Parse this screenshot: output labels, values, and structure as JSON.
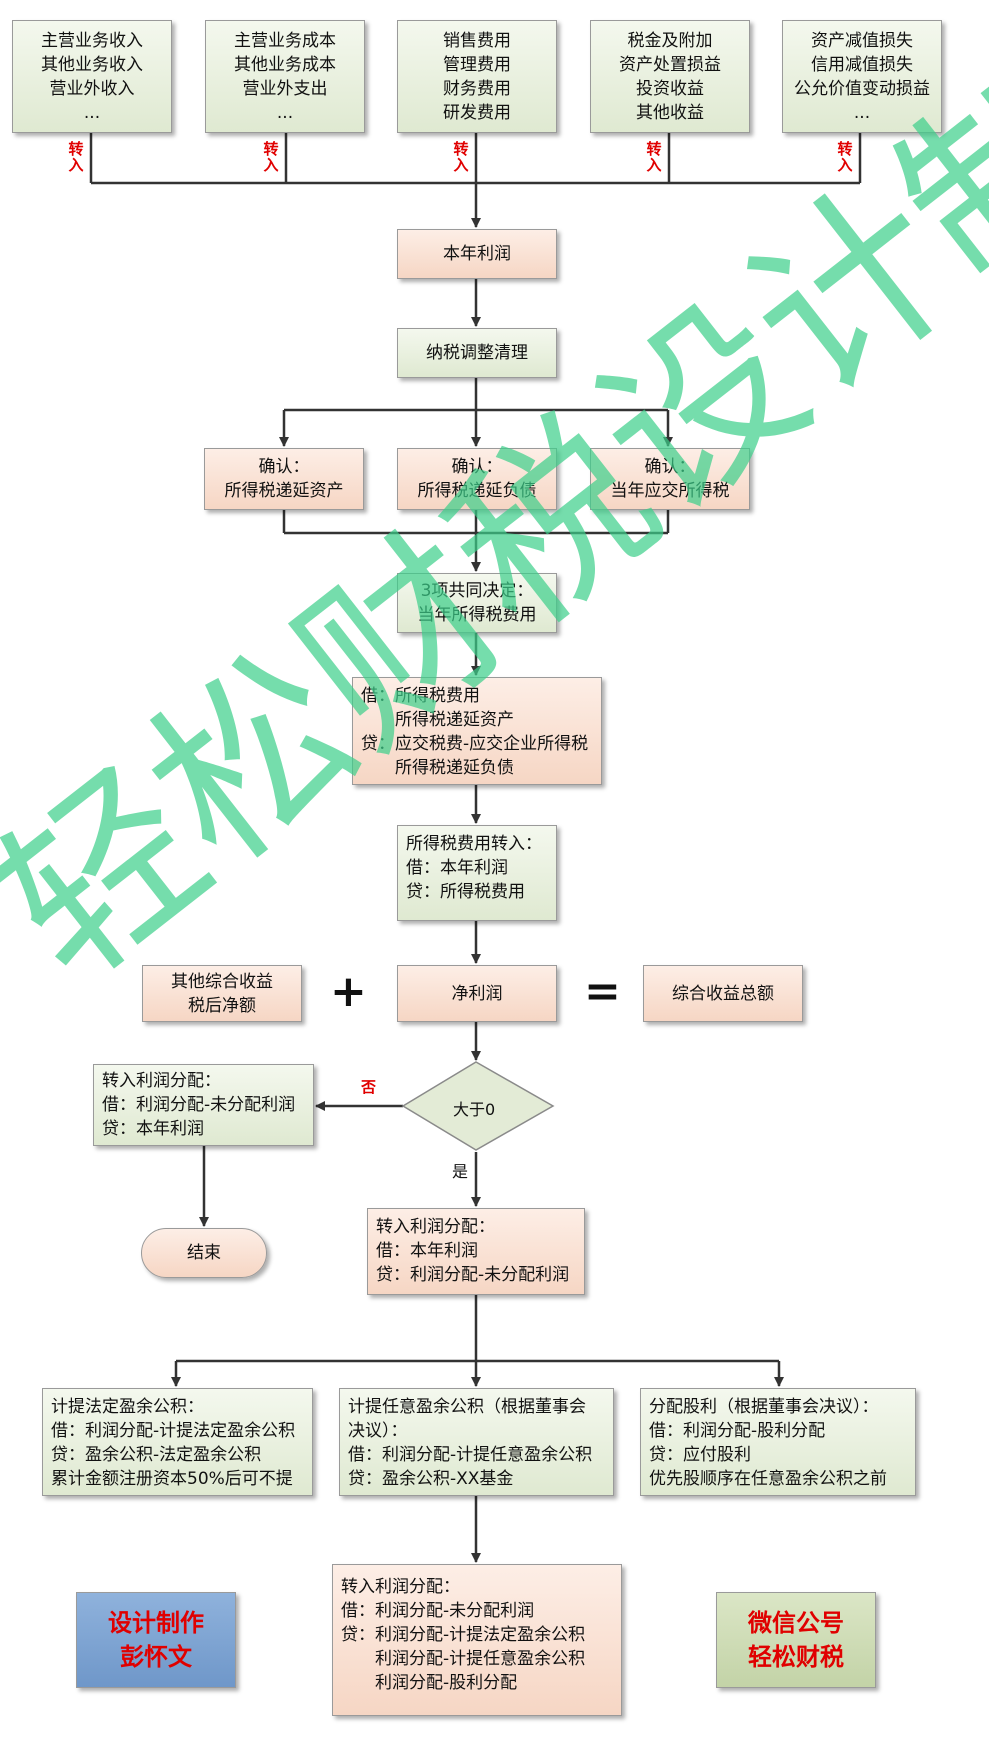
{
  "source_boxes": [
    {
      "lines": [
        "主营业务收入",
        "其他业务收入",
        "营业外收入",
        "..."
      ]
    },
    {
      "lines": [
        "主营业务成本",
        "其他业务成本",
        "营业外支出",
        "..."
      ]
    },
    {
      "lines": [
        "销售费用",
        "管理费用",
        "财务费用",
        "研发费用"
      ]
    },
    {
      "lines": [
        "税金及附加",
        "资产处置损益",
        "投资收益",
        "其他收益"
      ]
    },
    {
      "lines": [
        "资产减值损失",
        "信用减值损失",
        "公允价值变动损益",
        "..."
      ]
    }
  ],
  "transfer_label": [
    "转",
    "入"
  ],
  "profit_year": "本年利润",
  "tax_adjust": "纳税调整清理",
  "confirm_boxes": [
    {
      "lines": [
        "确认：",
        "所得税递延资产"
      ]
    },
    {
      "lines": [
        "确认：",
        "所得税递延负债"
      ]
    },
    {
      "lines": [
        "确认：",
        "当年应交所得税"
      ]
    }
  ],
  "decide_box": {
    "lines": [
      "3项共同决定：",
      "当年所得税费用"
    ]
  },
  "tax_entry": {
    "lines": [
      "借：所得税费用",
      "　　所得税递延资产",
      "贷：应交税费-应交企业所得税",
      "　　所得税递延负债"
    ]
  },
  "tax_transfer": {
    "lines": [
      "所得税费用转入：",
      "借：本年利润",
      "贷：所得税费用"
    ]
  },
  "oci_box": {
    "lines": [
      "其他综合收益",
      "税后净额"
    ]
  },
  "plus": "+",
  "net_profit": "净利润",
  "equals": "=",
  "total_income": "综合收益总额",
  "decision": "大于0",
  "no_label": "否",
  "yes_label": "是",
  "loss_box": {
    "lines": [
      "转入利润分配：",
      "借：利润分配-未分配利润",
      "贷：本年利润"
    ]
  },
  "end_label": "结束",
  "profit_transfer": {
    "lines": [
      "转入利润分配：",
      "借：本年利润",
      "贷：利润分配-未分配利润"
    ]
  },
  "dist_boxes": [
    {
      "lines": [
        "计提法定盈余公积：",
        "借：利润分配-计提法定盈余公积",
        "贷：盈余公积-法定盈余公积",
        "累计金额注册资本50%后可不提"
      ]
    },
    {
      "lines": [
        "计提任意盈余公积（根据董事会",
        "决议）：",
        "借：利润分配-计提任意盈余公积",
        "贷：盈余公积-XX基金"
      ]
    },
    {
      "lines": [
        "分配股利（根据董事会决议）：",
        "借：利润分配-股利分配",
        "贷：应付股利",
        "优先股顺序在任意盈余公积之前"
      ]
    }
  ],
  "final_box": {
    "lines": [
      "转入利润分配：",
      "借：利润分配-未分配利润",
      "贷：利润分配-计提法定盈余公积",
      "　　利润分配-计提任意盈余公积",
      "　　利润分配-股利分配"
    ]
  },
  "designer": {
    "lines": [
      "设计制作",
      "彭怀文"
    ]
  },
  "wechat": {
    "lines": [
      "微信公号",
      "轻松财税"
    ]
  },
  "watermark": "轻松财税设计制作",
  "colors": {
    "green_box": "#dfe9d1",
    "orange_box": "#f6d6c4",
    "designer_bg": "#7ea4d3",
    "wechat_bg": "#cddab5",
    "accent_red": "#e00000",
    "watermark": "#3ccf8a"
  }
}
